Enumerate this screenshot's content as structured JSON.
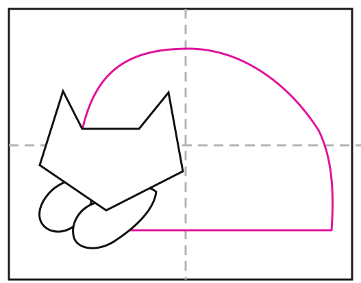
{
  "colors": {
    "background": "#ffffff",
    "frame": "#1a1a1a",
    "guides": "#b3b3b3",
    "body_outline": "#e0139a",
    "cat_outline": "#111111",
    "cat_fill": "#ffffff"
  },
  "figure": {
    "frame": "rectangular-border",
    "guides": [
      "vertical-center-dashed",
      "horizontal-center-dashed"
    ],
    "shapes": [
      "cat-body-half-disc",
      "cat-head",
      "left-paw",
      "right-paw"
    ]
  }
}
